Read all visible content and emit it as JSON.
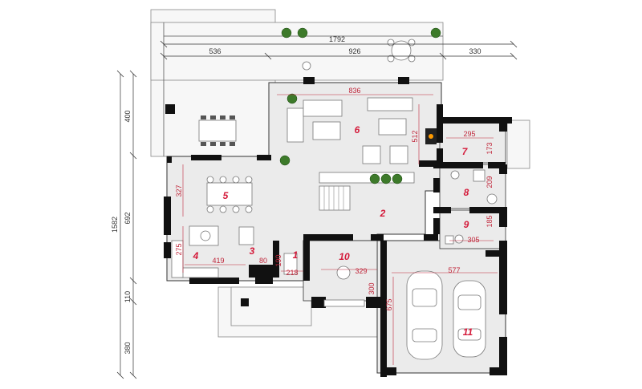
{
  "overall_dimensions": {
    "top_total": "1792",
    "top_segments": [
      "536",
      "926",
      "330"
    ],
    "left_total": "1582",
    "left_segments": [
      "400",
      "692",
      "110",
      "380"
    ]
  },
  "rooms": [
    {
      "number": "1"
    },
    {
      "number": "2"
    },
    {
      "number": "3"
    },
    {
      "number": "4"
    },
    {
      "number": "5"
    },
    {
      "number": "6"
    },
    {
      "number": "7"
    },
    {
      "number": "8"
    },
    {
      "number": "9"
    },
    {
      "number": "10"
    },
    {
      "number": "11"
    }
  ],
  "interior_dimensions": {
    "living_width": "836",
    "living_depth": "512",
    "dining_depth": "327",
    "kitchen_depth": "275",
    "kitchen_width": "419",
    "room3_width": "80",
    "room1_width": "218",
    "room1_depth": "190",
    "room10_width": "329",
    "room10_depth": "300",
    "room7_width": "295",
    "room7_depth": "173",
    "room8_depth": "209",
    "room9_depth": "185",
    "room9_width": "305",
    "garage_width": "577",
    "garage_depth": "675"
  },
  "colors": {
    "floor": "#ebebeb",
    "terrace": "#f7f7f7",
    "walls": "#111111",
    "room_numbers": "#d41a3a",
    "dimension_lines": "#c0263a",
    "fireplace_flame": "#ff9a00"
  }
}
